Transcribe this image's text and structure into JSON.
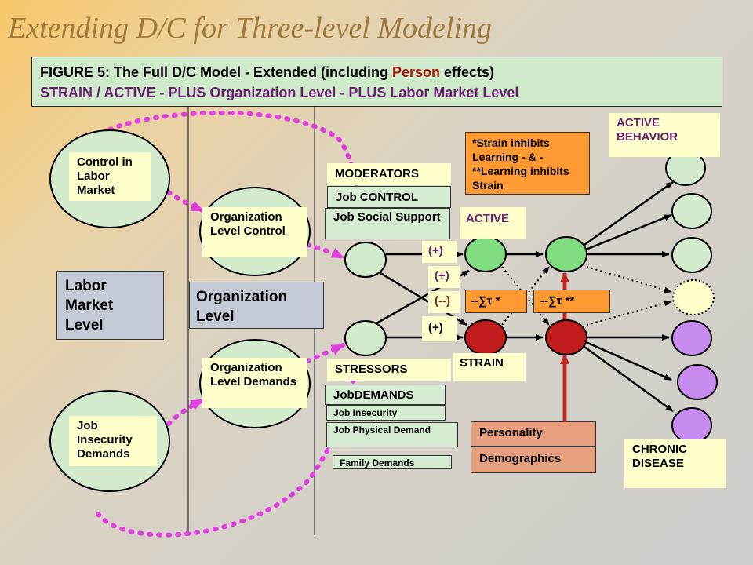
{
  "slide": {
    "title": "Extending D/C for Three-level Modeling"
  },
  "figure": {
    "line1_prefix": "FIGURE 5:  The Full D/C Model - Extended (including ",
    "line1_person": "Person",
    "line1_suffix": " effects)",
    "line2": "STRAIN / ACTIVE - PLUS Organization Level - PLUS Labor Market Level"
  },
  "labor_market": {
    "control": "Control in Labor Market",
    "insecurity": "Job Insecurity Demands",
    "level_label": "Labor Market Level"
  },
  "organization": {
    "control": "Organization Level Control",
    "demands": "Organization Level Demands",
    "level_label": "Organization Level"
  },
  "moderators": {
    "header": "MODERATORS",
    "job_control": "Job CONTROL",
    "social_support": "Job Social Support"
  },
  "stressors": {
    "header": "STRESSORS",
    "job_demands": "JobDEMANDS",
    "insecurity": "Job Insecurity",
    "physical": "Job Physical Demand",
    "family": "Family Demands"
  },
  "signs": {
    "plus_top": "(+)",
    "plus_mid": "(+)",
    "minus": "(--)",
    "plus_bottom": "(+)"
  },
  "outcomes": {
    "active": "ACTIVE",
    "strain": "STRAIN",
    "active_behavior": "ACTIVE BEHAVIOR",
    "chronic_disease": "CHRONIC DISEASE"
  },
  "learning_note": "*Strain inhibits Learning  - & - **Learning inhibits Strain",
  "sigma": {
    "one": "--∑τ *",
    "two": "--∑τ **"
  },
  "person": {
    "personality": "Personality",
    "demographics": "Demographics"
  },
  "colors": {
    "active_node": "#80dd80",
    "strain_node": "#c01c1c",
    "chronic_node": "#c88cf0",
    "neutral_node": "#d4ebce",
    "dotted_arrow": "#e040e0",
    "person_arrow": "#c02828"
  }
}
